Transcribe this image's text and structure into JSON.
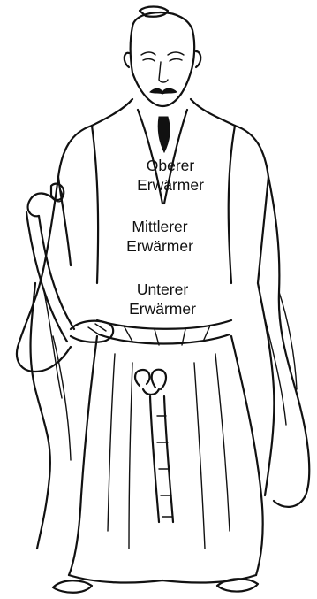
{
  "labels": {
    "upper": {
      "line1": "Oberer",
      "line2": "Erwärmer"
    },
    "middle": {
      "line1": "Mittlerer",
      "line2": "Erwärmer"
    },
    "lower": {
      "line1": "Unterer",
      "line2": "Erwärmer"
    }
  },
  "style": {
    "ink_color": "#111111",
    "background": "#ffffff"
  }
}
